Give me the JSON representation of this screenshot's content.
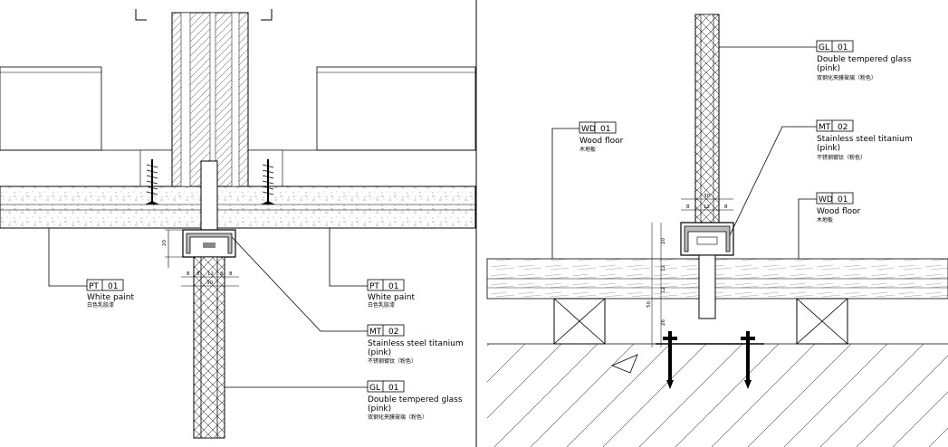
{
  "left_view": {
    "callouts": [
      {
        "code_prefix": "PT",
        "code_num": "01",
        "label": "White paint",
        "label_cn": "白色乳胶漆"
      },
      {
        "code_prefix": "PT",
        "code_num": "01",
        "label": "White paint",
        "label_cn": "白色乳胶漆"
      },
      {
        "code_prefix": "MT",
        "code_num": "02",
        "label_line1": "Stainless steel titanium",
        "label_line2": "(pink)",
        "label_cn": "不锈钢镀钛（粉色）"
      },
      {
        "code_prefix": "GL",
        "code_num": "01",
        "label_line1": "Double tempered glass",
        "label_line2": "(pink)",
        "label_cn": "双钢化夹膜玻璃（粉色）"
      }
    ],
    "dimensions": {
      "height": "20",
      "gap_left": "8",
      "channel_left": "8",
      "glass": "12",
      "channel_right": "8",
      "gap_right": "8",
      "total": "30"
    }
  },
  "right_view": {
    "callouts": [
      {
        "code_prefix": "GL",
        "code_num": "01",
        "label_line1": "Double tempered glass",
        "label_line2": "(pink)",
        "label_cn": "双钢化夹膜玻璃（粉色）"
      },
      {
        "code_prefix": "MT",
        "code_num": "02",
        "label_line1": "Stainless steel titanium",
        "label_line2": "(pink)",
        "label_cn": "不锈钢镀钛（粉色）"
      },
      {
        "code_prefix": "WD",
        "code_num": "01",
        "label": "Wood floor",
        "label_cn": "木地板"
      },
      {
        "code_prefix": "WD",
        "code_num": "01",
        "label": "Wood floor",
        "label_cn": "木地板"
      }
    ],
    "dimensions": {
      "total": "30",
      "left": "8",
      "glass": "12",
      "right": "8",
      "v1": "20",
      "v2": "12",
      "v3": "12",
      "v4": "26",
      "v_total": "50"
    }
  }
}
